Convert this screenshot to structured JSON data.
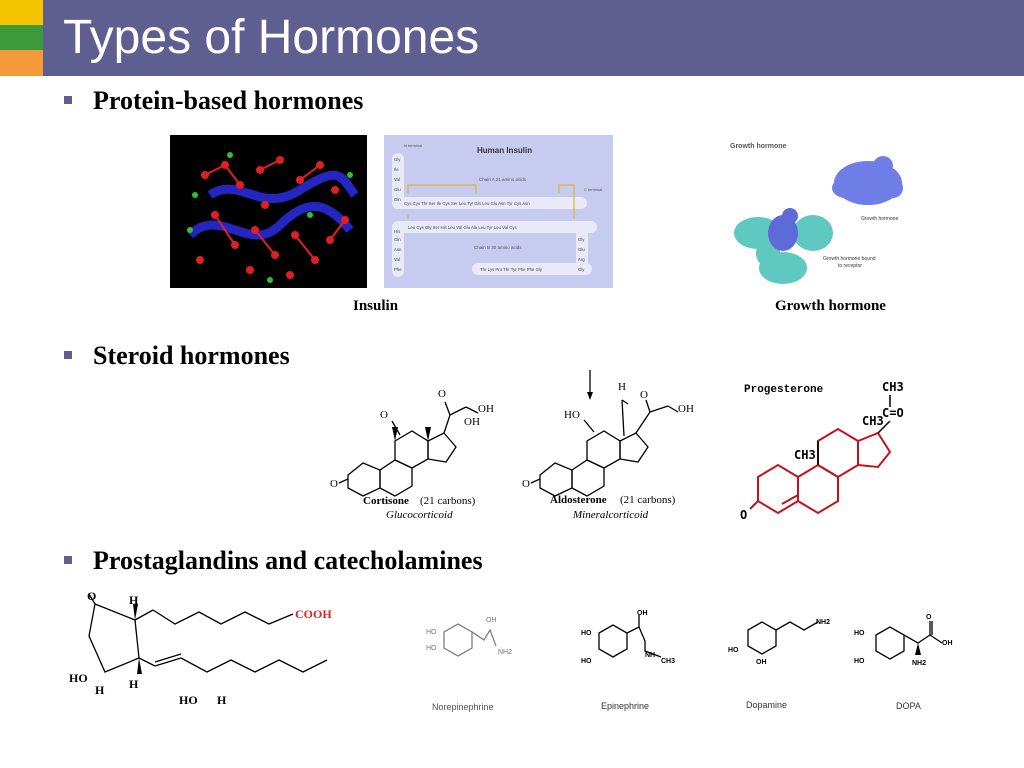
{
  "slide": {
    "title": "Types of Hormones",
    "colors": {
      "title_bar": "#5f5e91",
      "accent_yellow": "#f5c400",
      "accent_green": "#3d9a3a",
      "accent_orange": "#f49a3a"
    }
  },
  "bullets": [
    {
      "label": "Protein-based hormones"
    },
    {
      "label": "Steroid hormones"
    },
    {
      "label": "Prostaglandins and catecholamines"
    }
  ],
  "protein": {
    "insulin_caption": "Insulin",
    "growth_caption": "Growth hormone",
    "insulin_diagram": {
      "title": "Human Insulin",
      "n_terminal": "N terminal",
      "c_terminal": "C terminal",
      "chain_a": "Chain A  21 amino acids",
      "chain_b": "Chain B  30 amino acids",
      "chain_a_seq": "Cys  Cys  Thr  Ser  Ile  Cys  Ser  Leu  Tyr  Gln  Leu  Glu  Asn  Tyr  Cys  Asn",
      "chain_b_seq": "Leu  Cys  Gly  Ser  His  Leu  Val  Glu  Ala  Leu  Tyr  Leu  Val  Cys",
      "chain_b_seq2": "Thr  Lys  Pro  Thr  Tyr  Phe  Phe  Gly",
      "left_col": [
        "Gly",
        "Ile",
        "Val",
        "Glu",
        "Gln"
      ],
      "left_col2": [
        "His",
        "Gln",
        "Asn",
        "Val",
        "Phe"
      ],
      "right_col": [
        "Gly",
        "Glu",
        "Arg",
        "Gly"
      ]
    },
    "growth_diagram": {
      "title": "Growth hormone",
      "label_hormone": "Growth hormone",
      "label_bound": "Growth hormone bound",
      "label_bound2": "to receptor"
    }
  },
  "steroid": {
    "cortisone_name": "Cortisone",
    "cortisone_carbons": "(21 carbons)",
    "cortisone_class": "Glucocorticoid",
    "aldosterone_name": "Aldosterone",
    "aldosterone_carbons": "(21 carbons)",
    "aldosterone_class": "Mineralcorticoid",
    "progesterone_name": "Progesterone",
    "atoms": {
      "O": "O",
      "OH": "OH",
      "H": "H",
      "HO": "HO",
      "CH3": "CH3",
      "CO": "C=O"
    }
  },
  "prosta": {
    "cooh": "COOH",
    "labels": {
      "O": "O",
      "H": "H",
      "HO": "HO"
    },
    "catecholamines": [
      {
        "name": "Norepinephrine"
      },
      {
        "name": "Epinephrine"
      },
      {
        "name": "Dopamine"
      },
      {
        "name": "DOPA"
      }
    ],
    "atoms": {
      "HO": "HO",
      "OH": "OH",
      "NH2": "NH2",
      "NH": "NH",
      "CH3": "CH3",
      "O": "O"
    }
  }
}
